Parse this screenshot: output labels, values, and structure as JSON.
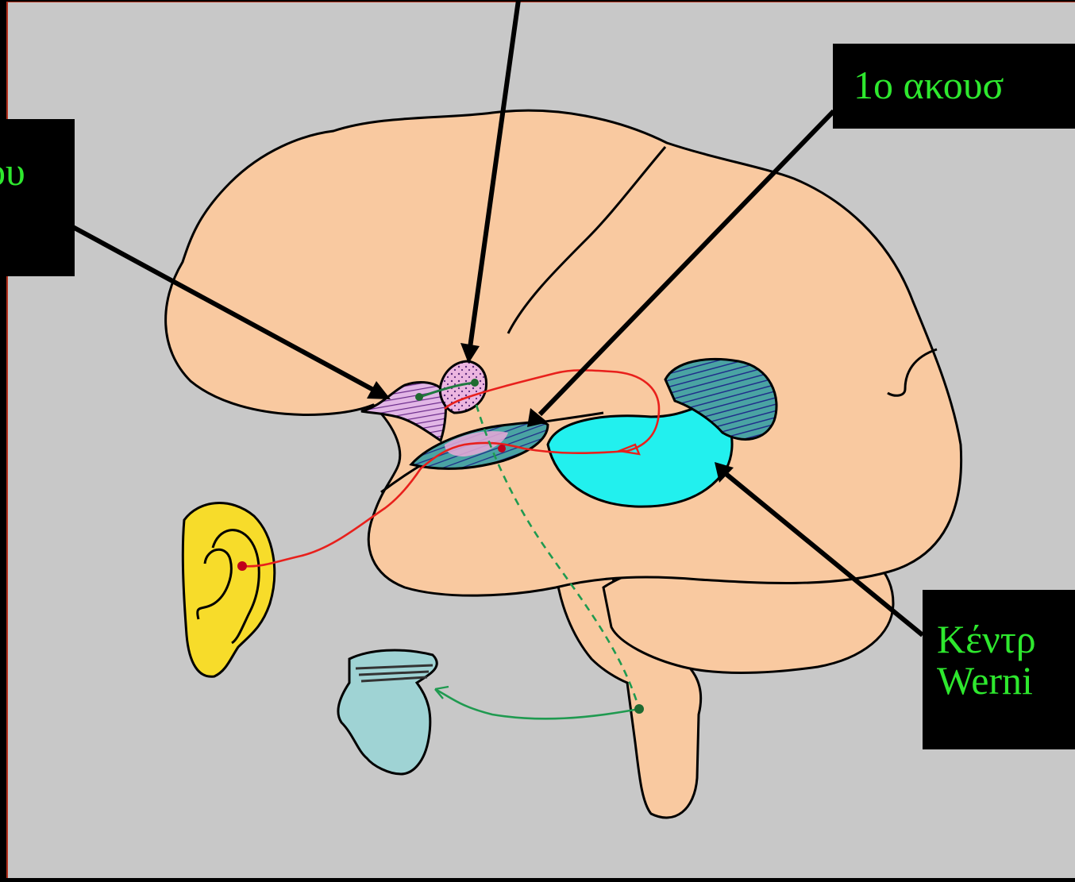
{
  "labels": {
    "top_left_line1": "ου",
    "top_right": "1ο ακουσ",
    "bottom_right_line1": "Κέντρ",
    "bottom_right_line2": "Werni"
  },
  "colors": {
    "background": "#000000",
    "panel": "#c8c8c8",
    "brain": "#f9c9a0",
    "label_text": "#2ee82e",
    "wernicke_area": "#22f0ee",
    "angular_region": "#4aa3a3",
    "ear": "#f7dc2a",
    "larynx": "#9fd3d4",
    "auditory_pathway": "#e8201c",
    "motor_pathway": "#1f9a50"
  },
  "icons": [
    "brain-illustration",
    "ear-icon",
    "larynx-icon"
  ]
}
